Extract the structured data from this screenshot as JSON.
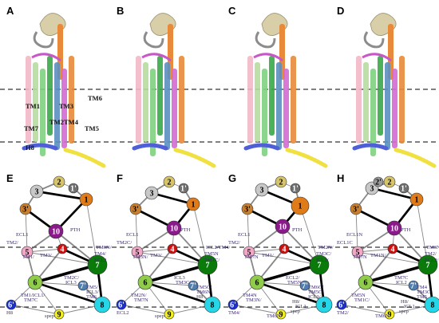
{
  "panels_top": [
    {
      "letter": "A",
      "tm_labels": [
        "TM1",
        "TM3",
        "TM6",
        "TM7",
        "TM2",
        "TM4",
        "TM5",
        "H8"
      ]
    },
    {
      "letter": "B"
    },
    {
      "letter": "C"
    },
    {
      "letter": "D"
    }
  ],
  "panels_bottom": [
    {
      "letter": "E",
      "nodes": [
        {
          "id": "1",
          "label": "1"
        },
        {
          "id": "1p",
          "label": "1'"
        },
        {
          "id": "2",
          "label": "2"
        },
        {
          "id": "3",
          "label": "3"
        },
        {
          "id": "3p",
          "label": "3'"
        },
        {
          "id": "4",
          "label": "4"
        },
        {
          "id": "5",
          "label": "5"
        },
        {
          "id": "6",
          "label": "6"
        },
        {
          "id": "7",
          "label": "7"
        },
        {
          "id": "7p",
          "label": "7'"
        },
        {
          "id": "8",
          "label": "8"
        },
        {
          "id": "9",
          "label": "9"
        },
        {
          "id": "10",
          "label": "10"
        },
        {
          "id": "6p",
          "label": "6'"
        }
      ],
      "annotations": [
        "PTH",
        "ECL1",
        "TM2/",
        "TM3/",
        "TM1/",
        "TM3N/",
        "TM4/",
        "ECL2",
        "TM1/ICL1/",
        "TM7C",
        "H8",
        "TM2C/",
        "ICL3",
        "TM5/",
        "ICL3/",
        "TM6",
        "spep"
      ]
    },
    {
      "letter": "F",
      "nodes": [
        {
          "id": "1",
          "label": "1"
        },
        {
          "id": "1p",
          "label": "1'"
        },
        {
          "id": "2",
          "label": "2"
        },
        {
          "id": "3",
          "label": "3"
        },
        {
          "id": "3p",
          "label": "3'"
        },
        {
          "id": "4",
          "label": "4"
        },
        {
          "id": "5",
          "label": "5"
        },
        {
          "id": "6",
          "label": "6"
        },
        {
          "id": "7",
          "label": "7"
        },
        {
          "id": "7p",
          "label": "7'"
        },
        {
          "id": "8",
          "label": "8"
        },
        {
          "id": "9",
          "label": "9"
        },
        {
          "id": "10",
          "label": "10"
        },
        {
          "id": "6p",
          "label": "6'"
        }
      ],
      "annotations": [
        "PTH",
        "ECL1",
        "TM2C/",
        "TM3/",
        "TM3N/",
        "ICL2/TM4/",
        "TM5N",
        "TM1C/",
        "TM2N/",
        "TM7N",
        "ECL2",
        "ICL3",
        "TM3C/",
        "TM5C/",
        "TM6N",
        "H8",
        "spep"
      ]
    },
    {
      "letter": "G",
      "nodes": [
        {
          "id": "1",
          "label": "1"
        },
        {
          "id": "1p",
          "label": "1'"
        },
        {
          "id": "2",
          "label": "2"
        },
        {
          "id": "3",
          "label": "3"
        },
        {
          "id": "3p",
          "label": "3'"
        },
        {
          "id": "4",
          "label": "4"
        },
        {
          "id": "5",
          "label": "5"
        },
        {
          "id": "6",
          "label": "6"
        },
        {
          "id": "7",
          "label": "7"
        },
        {
          "id": "7p",
          "label": "7'"
        },
        {
          "id": "8",
          "label": "8"
        },
        {
          "id": "9",
          "label": "9"
        },
        {
          "id": "10",
          "label": "10"
        },
        {
          "id": "6p",
          "label": "6'"
        }
      ],
      "annotations": [
        "PTH",
        "ECL1",
        "TM2/",
        "TM1/",
        "TM7N",
        "TM2N/",
        "TM3C/",
        "ICL2/",
        "TM4N",
        "TM3N/",
        "TM4/",
        "ECL2/",
        "TM5N",
        "TM6C/",
        "TM5C/",
        "ICL3/",
        "TM6N",
        "H8/",
        "ICL1",
        "spep"
      ]
    },
    {
      "letter": "H",
      "nodes": [
        {
          "id": "1",
          "label": "1"
        },
        {
          "id": "1p",
          "label": "1'"
        },
        {
          "id": "2",
          "label": "2"
        },
        {
          "id": "3",
          "label": "3"
        },
        {
          "id": "3p",
          "label": "3'"
        },
        {
          "id": "4",
          "label": "4"
        },
        {
          "id": "5",
          "label": "5"
        },
        {
          "id": "6",
          "label": "6"
        },
        {
          "id": "7",
          "label": "7"
        },
        {
          "id": "7p",
          "label": "7'"
        },
        {
          "id": "8",
          "label": "8"
        },
        {
          "id": "9",
          "label": "9"
        },
        {
          "id": "10",
          "label": "10"
        },
        {
          "id": "6p",
          "label": "6'"
        },
        {
          "id": "2p",
          "label": "2'"
        }
      ],
      "annotations": [
        "PTH",
        "ECL1N",
        "ECL1C",
        "TM1N/",
        "TM7N",
        "TM3N/",
        "TM2/",
        "ECL2/",
        "TM5N",
        "TM1C/",
        "TM2/",
        "TM7C",
        "ICL2",
        "TM4",
        "TM3C",
        "TM5",
        "TM6N",
        "H8/",
        "ICL1",
        "spep"
      ]
    }
  ],
  "colors": {
    "node1": "#e07b1a",
    "node1p": "#707070",
    "node2": "#d6c36a",
    "node3": "#c8c8c8",
    "node3p": "#c97f2e",
    "node4": "#cc1111",
    "node5": "#f2a7c6",
    "node6": "#8fcc4a",
    "node7": "#0a7a0a",
    "node7p": "#4f7fb0",
    "node8": "#26d6e6",
    "node9": "#f2f020",
    "node10": "#8a1a8a",
    "node6p": "#1a2fd0",
    "node2p": "#9a9a9a"
  }
}
